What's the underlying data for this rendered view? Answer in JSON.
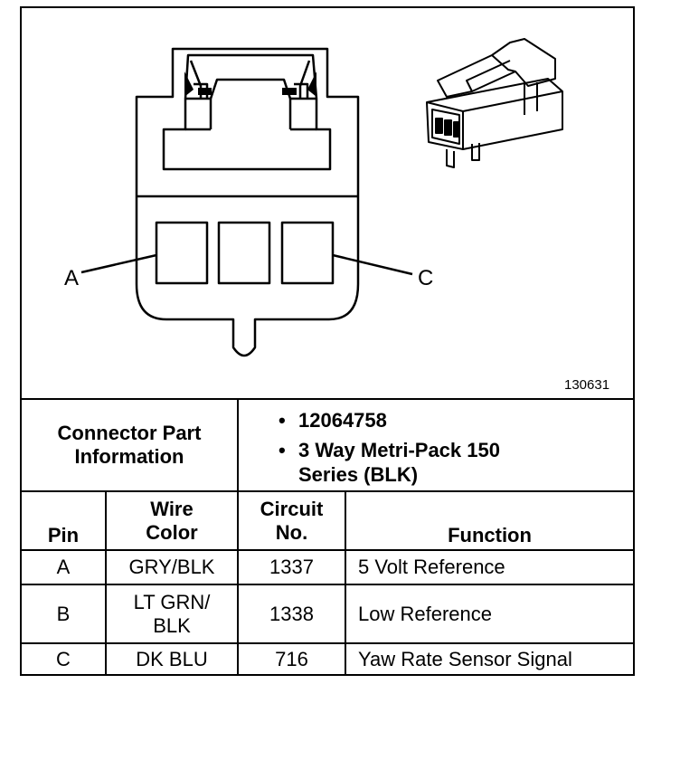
{
  "figure_code": "130631",
  "pin_callouts": {
    "a": "A",
    "c": "C"
  },
  "connector_info": {
    "label": "Connector Part Information",
    "items": [
      "12064758",
      "3 Way Metri-Pack 150 Series (BLK)"
    ]
  },
  "table": {
    "headers": {
      "pin": "Pin",
      "wire_color": "Wire Color",
      "circuit": "Circuit No.",
      "function": "Function"
    },
    "rows": [
      {
        "pin": "A",
        "wire_color": "GRY/BLK",
        "circuit": "1337",
        "function": "5 Volt Reference"
      },
      {
        "pin": "B",
        "wire_color": "LT GRN/ BLK",
        "circuit": "1338",
        "function": "Low Reference"
      },
      {
        "pin": "C",
        "wire_color": "DK BLU",
        "circuit": "716",
        "function": "Yaw Rate Sensor Signal"
      }
    ]
  }
}
